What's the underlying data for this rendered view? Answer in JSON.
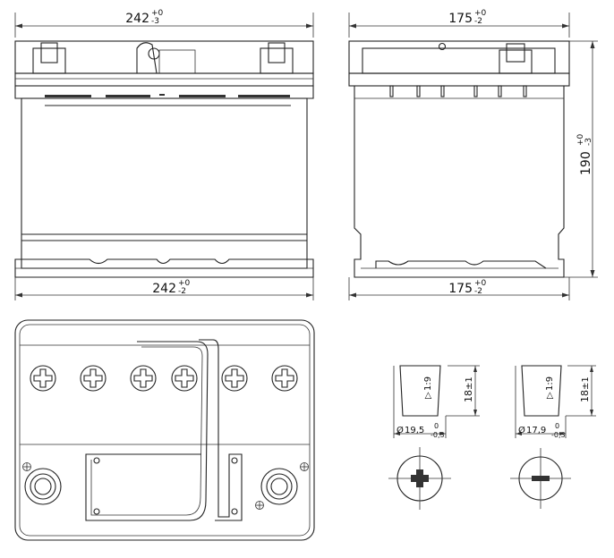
{
  "drawing": {
    "front_view": {
      "top_width": {
        "value": "242",
        "tol_upper": "+0",
        "tol_lower": "-3"
      },
      "bottom_width": {
        "value": "242",
        "tol_upper": "+0",
        "tol_lower": "-2"
      }
    },
    "side_view": {
      "top_width": {
        "value": "175",
        "tol_upper": "+0",
        "tol_lower": "-2"
      },
      "bottom_width": {
        "value": "175",
        "tol_upper": "+0",
        "tol_lower": "-2"
      },
      "height": {
        "value": "190",
        "tol_upper": "+0",
        "tol_lower": "-3"
      }
    },
    "terminal_positive": {
      "taper": "1:9",
      "height": "18",
      "height_tol": "±1",
      "diameter": "19,5",
      "dia_prefix": "Ø",
      "dia_tol_upper": "0",
      "dia_tol_lower": "-0,3"
    },
    "terminal_negative": {
      "taper": "1:9",
      "height": "18",
      "height_tol": "±1",
      "diameter": "17,9",
      "dia_prefix": "Ø",
      "dia_tol_upper": "0",
      "dia_tol_lower": "-0,3"
    }
  }
}
